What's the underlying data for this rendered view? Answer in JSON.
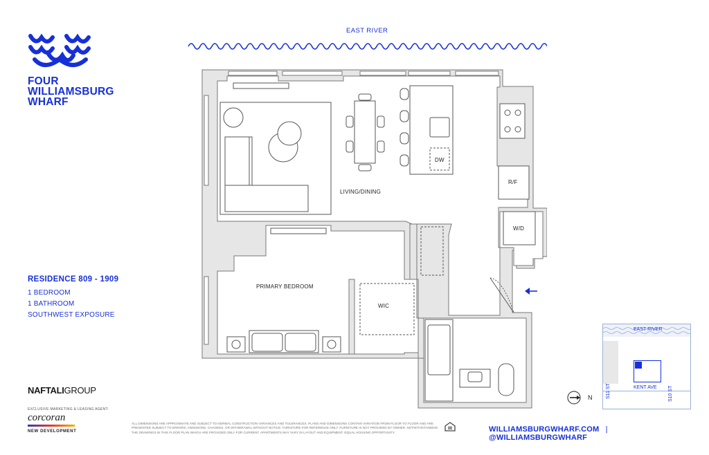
{
  "brand": {
    "name_lines": [
      "FOUR",
      "WILLIAMSBURG",
      "WHARF"
    ],
    "color": "#1630d8"
  },
  "residence": {
    "title": "RESIDENCE 809 - 1909",
    "bedrooms": "1 BEDROOM",
    "bathrooms": "1 BATHROOM",
    "exposure": "SOUTHWEST EXPOSURE"
  },
  "plan": {
    "river_label": "EAST RIVER",
    "rooms": {
      "living": "LIVING/DINING",
      "bedroom": "PRIMARY BEDROOM",
      "wic": "WIC",
      "dw": "DW",
      "rf": "R/F",
      "wd": "W/D"
    }
  },
  "keymap": {
    "river_label": "EAST RIVER",
    "street": "KENT AVE",
    "street_s11": "S11 ST",
    "street_s10": "S10 ST"
  },
  "compass": {
    "label": "N"
  },
  "developer": {
    "bold": "NAFTALI",
    "regular": "GROUP"
  },
  "agent": {
    "label": "EXCLUSIVE MARKETING & LEASING AGENT:",
    "name": "corcoran",
    "division": "NEW DEVELOPMENT"
  },
  "disclaimer": "ALL DIMENSIONS ARE APPROXIMATE AND SUBJECT TO NORMAL CONSTRUCTION VARIANCES AND TOLERANCES. PLANS AND DIMENSIONS CONTAIN VARIATION FROM FLOOR TO FLOOR AND ARE PRESENTED SUBJECT TO ERRORS, OMISSIONS, CHANGES, OR WITHDRAWAL WITHOUT NOTICE. FURNITURE FOR REFERENCE ONLY. FURNITURE IS NOT PROVIDED BY OWNER. NOTWITHSTANDING THE DRAWINGS IN THIS FLOOR PLAN WHICH ARE PROVIDED ONLY FOR CURRENT. APARTMENTS MAY VARY IN LAYOUT AND EQUIPMENT. EQUAL HOUSING OPPORTUNITY.",
  "footer": {
    "website": "WILLIAMSBURGWHARF.COM",
    "separator": "|",
    "handle": "@WILLIAMSBURGWHARF"
  }
}
